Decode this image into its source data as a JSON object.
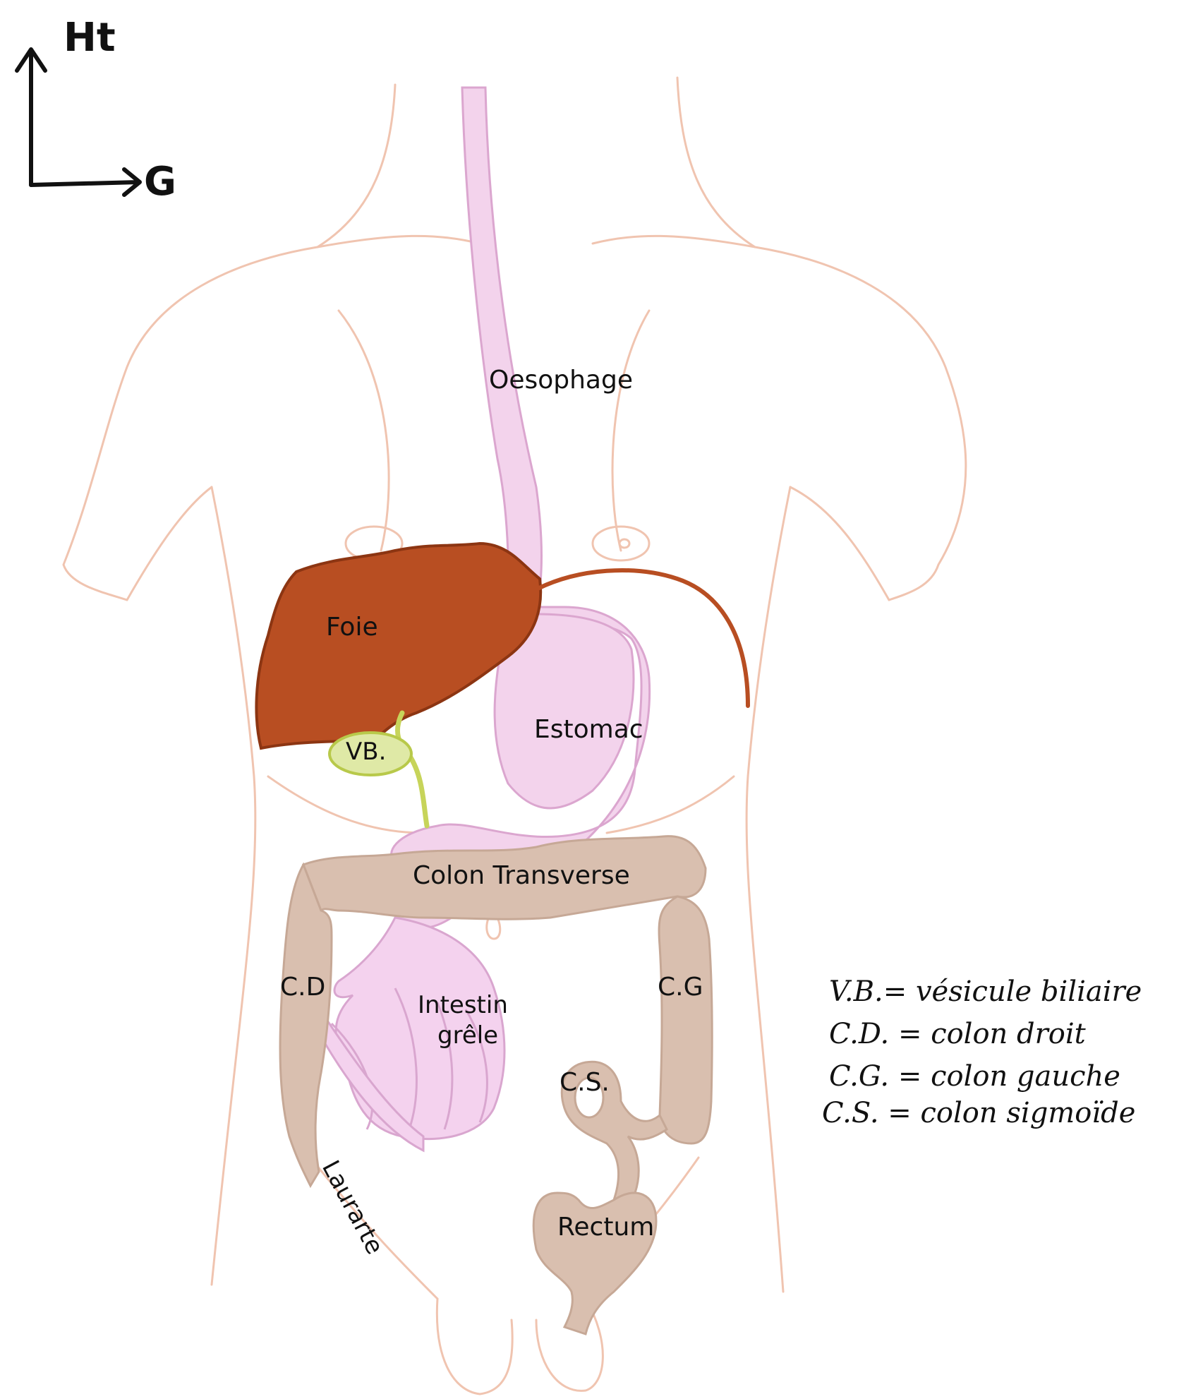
{
  "compass": {
    "up_label": "Ht",
    "left_label": "G"
  },
  "labels": {
    "oesophage": "Oesophage",
    "foie": "Foie",
    "vb": "VB.",
    "estomac": "Estomac",
    "colon_transverse": "Colon Transverse",
    "cd": "C.D",
    "cg": "C.G",
    "intestin_line1": "Intestin",
    "intestin_line2": "grêle",
    "cs": "C.S.",
    "rectum": "Rectum",
    "laurarte": "Laurarte"
  },
  "legend": [
    "V.B.= vésicule biliaire",
    "C.D. = colon droit",
    "C.G. = colon gauche",
    "C.S. = colon sigmoïde"
  ],
  "colors": {
    "body_outline": "#f0c4b0",
    "esophagus": "#f3d3ec",
    "esophagus_stroke": "#dba6cf",
    "liver": "#b84e22",
    "liver_stroke": "#8c3512",
    "gallbladder": "#dfe9a6",
    "gallbladder_stroke": "#b8c94a",
    "colon": "#d9bfaf",
    "colon_stroke": "#c6a896",
    "small_intestine": "#f4d2ee",
    "small_intestine_stroke": "#d9a6cf",
    "ink": "#111111"
  }
}
